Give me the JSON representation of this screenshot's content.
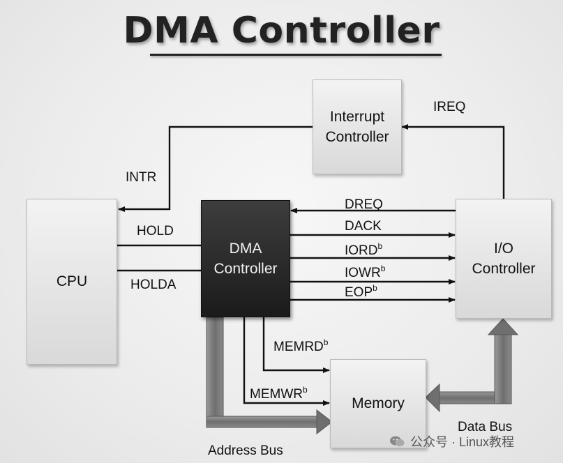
{
  "title": "DMA Controller",
  "boxes": {
    "interrupt_controller": "Interrupt Controller",
    "cpu": "CPU",
    "dma_controller": "DMA Controller",
    "io_controller": "I/O Controller",
    "memory": "Memory"
  },
  "signals": {
    "ireq": "IREQ",
    "intr": "INTR",
    "hold": "HOLD",
    "holda": "HOLDA",
    "dreq": "DREQ",
    "dack": "DACK",
    "iord": "IORD",
    "iowr": "IOWR",
    "eop": "EOP",
    "memrd": "MEMRD",
    "memwr": "MEMWR",
    "sup_b": "b"
  },
  "buses": {
    "address_bus": "Address Bus",
    "data_bus": "Data Bus"
  },
  "watermark": "公众号 · Linux教程",
  "colors": {
    "dark_box": "#2a2a2a",
    "light_box": "#e4e4e4",
    "bus_arrow": "#7a7a7a",
    "line": "#111111"
  }
}
